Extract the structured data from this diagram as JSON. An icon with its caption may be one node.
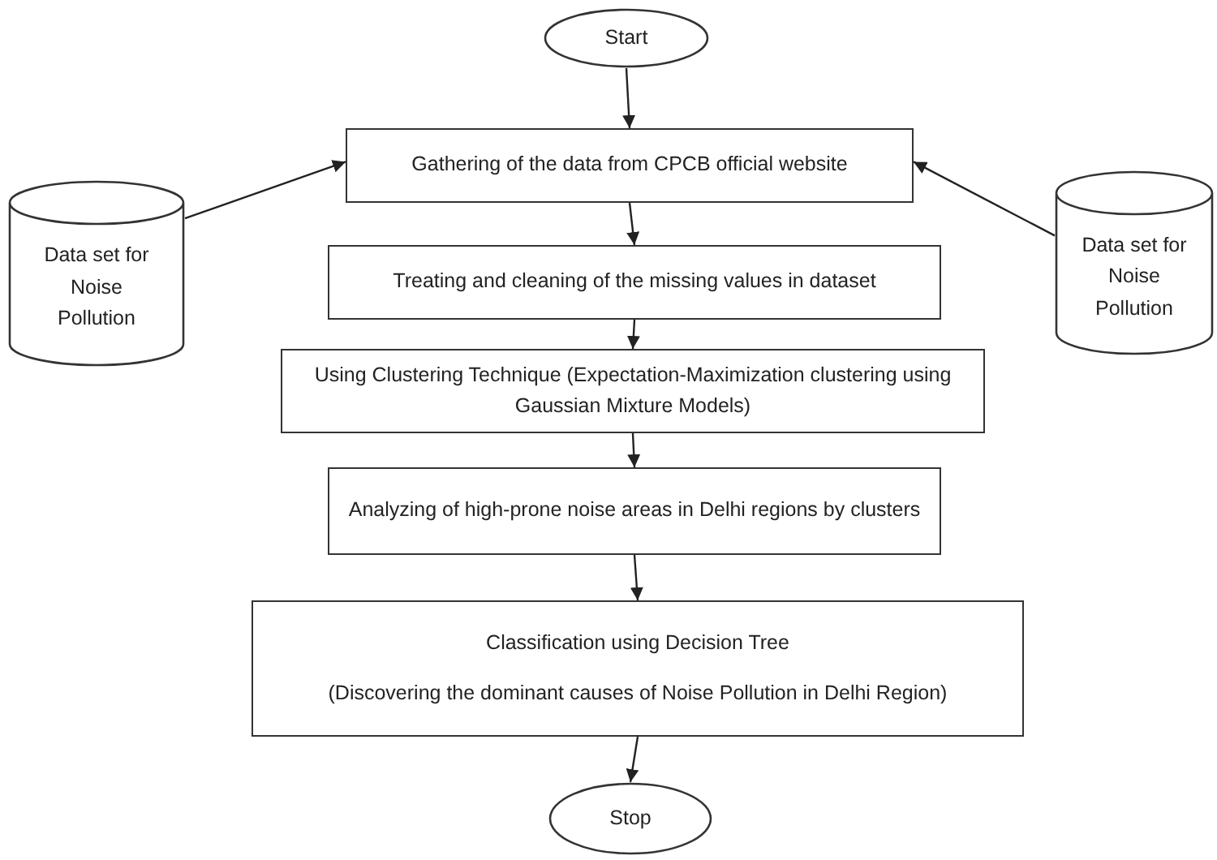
{
  "diagram": {
    "nodes": [
      {
        "text": [
          "Start"
        ]
      },
      {
        "text": [
          "Gathering of the data from CPCB official website"
        ]
      },
      {
        "text": [
          "Data set for Noise Pollution"
        ]
      },
      {
        "text": [
          "Data set for Noise Pollution"
        ]
      },
      {
        "text": [
          "Treating and cleaning of the missing values in dataset"
        ]
      },
      {
        "text": [
          "Using Clustering Technique (Expectation-Maximization clustering using Gaussian Mixture Models)"
        ]
      },
      {
        "text": [
          "Analyzing of high-prone noise areas in Delhi regions by clusters"
        ]
      },
      {
        "text": [
          "Classification using Decision Tree",
          "(Discovering the dominant causes of Noise Pollution in Delhi Region)"
        ]
      },
      {
        "text": [
          "Stop"
        ]
      }
    ],
    "edges": [
      {
        "from": 0,
        "to": 1,
        "arrow": "to"
      },
      {
        "from": 2,
        "to": 1,
        "arrow": "to"
      },
      {
        "from": 3,
        "to": 1,
        "arrow": "to"
      },
      {
        "from": 1,
        "to": 4,
        "arrow": "to"
      },
      {
        "from": 4,
        "to": 5,
        "arrow": "to"
      },
      {
        "from": 5,
        "to": 6,
        "arrow": "to"
      },
      {
        "from": 6,
        "to": 7,
        "arrow": "to"
      },
      {
        "from": 7,
        "to": 8,
        "arrow": "to"
      }
    ]
  }
}
